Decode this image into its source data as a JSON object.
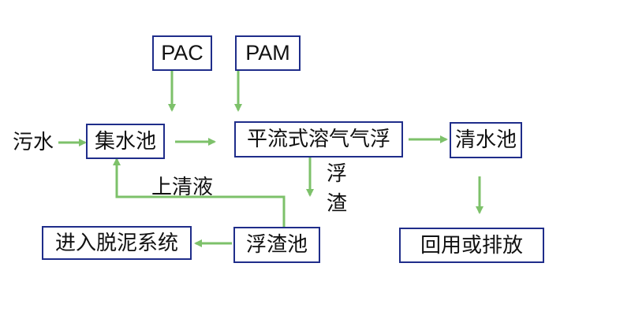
{
  "nodes": {
    "pac": "PAC",
    "pam": "PAM",
    "collection_tank": "集水池",
    "flotation": "平流式溶气气浮",
    "clear_water_tank": "清水池",
    "reuse_discharge": "回用或排放",
    "scum_tank": "浮渣池",
    "dewatering": "进入脱泥系统"
  },
  "labels": {
    "sewage": "污水",
    "supernatant": "上清液",
    "scum_char1": "浮",
    "scum_char2": "渣"
  },
  "colors": {
    "arrow": "#7dc16a",
    "box_border": "#1f2d8a",
    "text": "#111111"
  }
}
